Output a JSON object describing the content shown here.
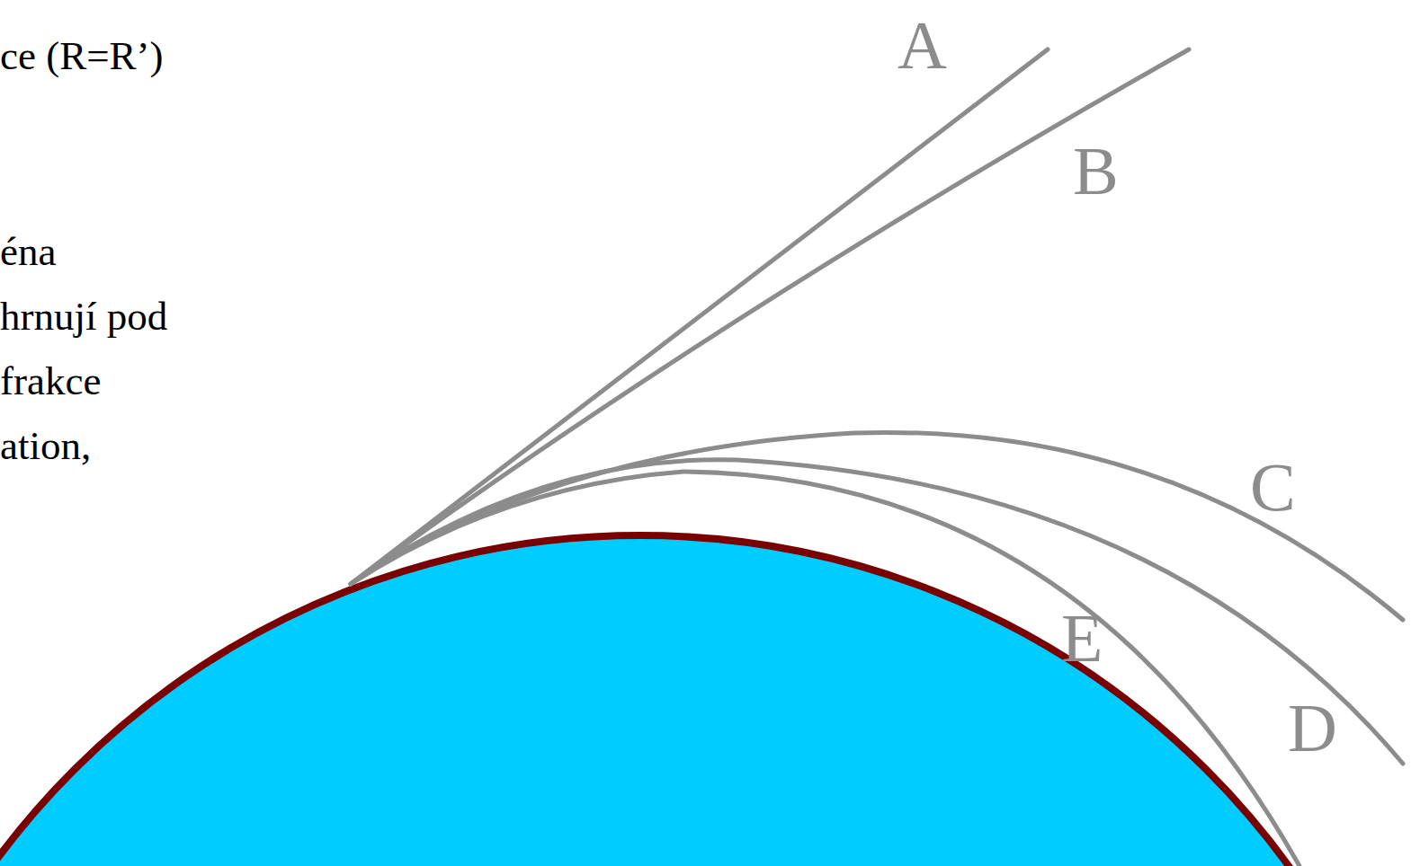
{
  "diagram": {
    "labels": [
      "ce (R=R’)",
      "éna",
      "hrnují pod",
      "frakce",
      "ation,",
      "A",
      "B",
      "C",
      "D",
      "E"
    ]
  }
}
